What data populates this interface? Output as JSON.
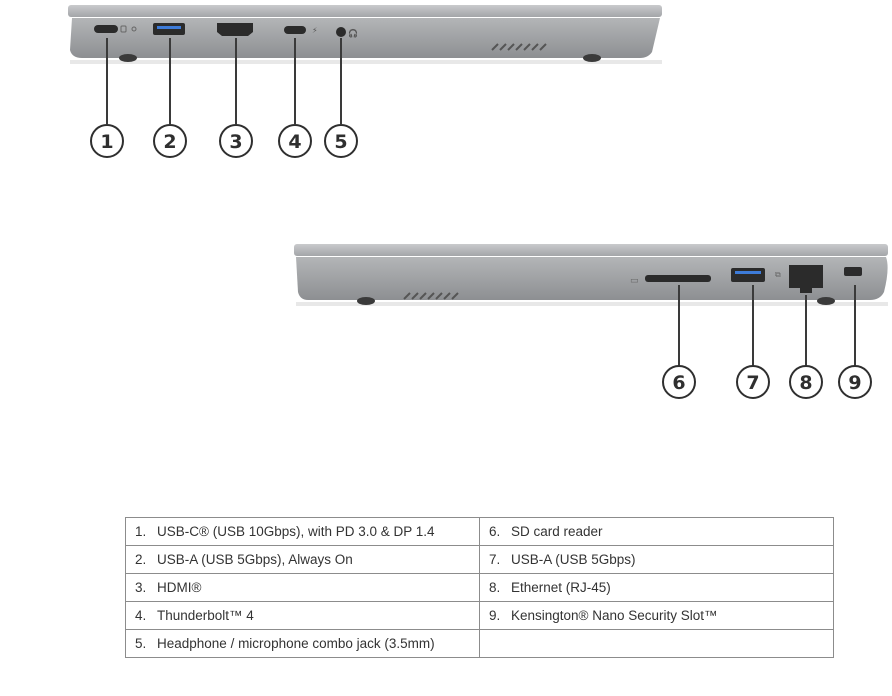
{
  "callouts": {
    "left_side": [
      "1",
      "2",
      "3",
      "4",
      "5"
    ],
    "right_side": [
      "6",
      "7",
      "8",
      "9"
    ]
  },
  "ports_table": {
    "rows": [
      {
        "left": {
          "num": "1.",
          "label": "USB-C® (USB 10Gbps), with PD 3.0 & DP 1.4"
        },
        "right": {
          "num": "6.",
          "label": "SD card reader"
        }
      },
      {
        "left": {
          "num": "2.",
          "label": "USB-A (USB 5Gbps), Always On"
        },
        "right": {
          "num": "7.",
          "label": "USB-A (USB 5Gbps)"
        }
      },
      {
        "left": {
          "num": "3.",
          "label": "HDMI®"
        },
        "right": {
          "num": "8.",
          "label": "Ethernet (RJ-45)"
        }
      },
      {
        "left": {
          "num": "4.",
          "label": "Thunderbolt™ 4"
        },
        "right": {
          "num": "9.",
          "label": "Kensington® Nano Security Slot™"
        }
      },
      {
        "left": {
          "num": "5.",
          "label": "Headphone / microphone combo jack (3.5mm)"
        },
        "right": {
          "num": "",
          "label": ""
        }
      }
    ]
  },
  "colors": {
    "chassis": "#a9abad",
    "chassis_dark": "#7b7d80",
    "port": "#2b2b2b",
    "callout_line": "#3a3a3a"
  }
}
